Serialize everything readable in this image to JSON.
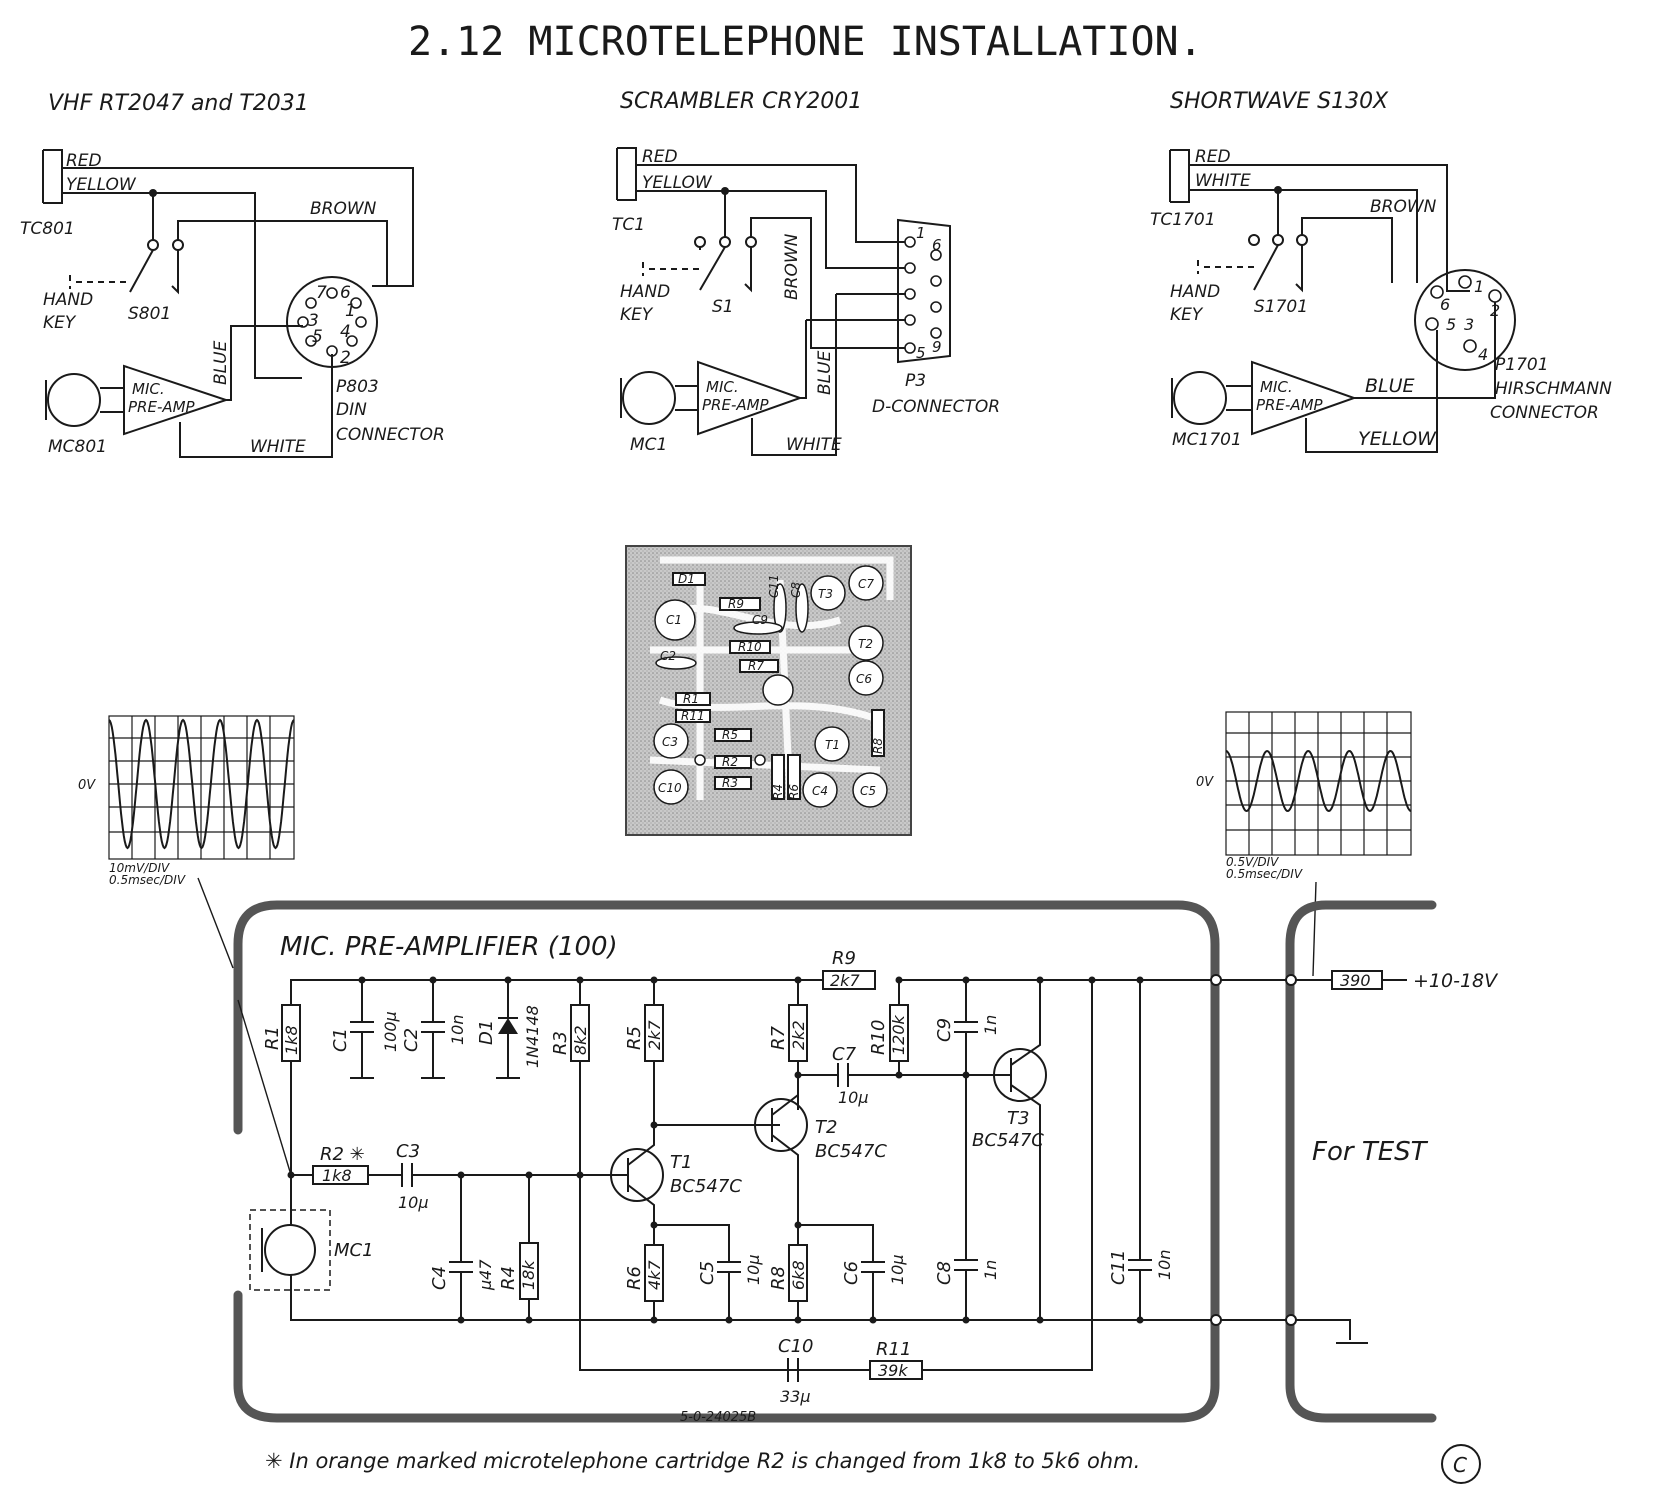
{
  "title": "2.12 MICROTELEPHONE INSTALLATION.",
  "diagrams": {
    "vhf": {
      "heading": "VHF RT2047 and T2031",
      "earpiece": "TC801",
      "hand_key": "HAND",
      "hand_key2": "KEY",
      "switch": "S801",
      "mic": "MC801",
      "amp1": "MIC.",
      "amp2": "PRE-AMP",
      "connector": "P803",
      "conn2": "DIN",
      "conn3": "CONNECTOR",
      "wire_red": "RED",
      "wire_yellow": "YELLOW",
      "wire_brown": "BROWN",
      "wire_blue": "BLUE",
      "wire_white": "WHITE",
      "pins": [
        "7",
        "6",
        "3",
        "1",
        "5",
        "4",
        "2"
      ]
    },
    "scrambler": {
      "heading": "SCRAMBLER CRY2001",
      "earpiece": "TC1",
      "hand_key": "HAND",
      "hand_key2": "KEY",
      "switch": "S1",
      "mic": "MC1",
      "amp1": "MIC.",
      "amp2": "PRE-AMP",
      "connector": "P3",
      "conn2": "D-CONNECTOR",
      "wire_red": "RED",
      "wire_yellow": "YELLOW",
      "wire_brown": "BROWN",
      "wire_blue": "BLUE",
      "wire_white": "WHITE",
      "pins": [
        "1",
        "6",
        "5",
        "9"
      ]
    },
    "shortwave": {
      "heading": "SHORTWAVE S130X",
      "earpiece": "TC1701",
      "hand_key": "HAND",
      "hand_key2": "KEY",
      "switch": "S1701",
      "mic": "MC1701",
      "amp1": "MIC.",
      "amp2": "PRE-AMP",
      "connector": "P1701",
      "conn2": "HIRSCHMANN",
      "conn3": "CONNECTOR",
      "wire_red": "RED",
      "wire_white": "WHITE",
      "wire_brown": "BROWN",
      "wire_blue": "BLUE",
      "wire_yellow": "YELLOW",
      "pins": [
        "6",
        "1",
        "2",
        "5",
        "3",
        "4"
      ]
    }
  },
  "pcb": {
    "labels": [
      "D1",
      "C11",
      "C8",
      "T3",
      "C7",
      "R9",
      "C9",
      "C1",
      "R10",
      "T2",
      "C2",
      "R7",
      "C6",
      "R1",
      "R11",
      "C3",
      "R5",
      "T1",
      "R8",
      "R2",
      "R3",
      "R4",
      "R6",
      "C10",
      "C4",
      "C5"
    ]
  },
  "scopes": {
    "left": {
      "zero": "0V",
      "line1": "10mV/DIV",
      "line2": "0.5msec/DIV"
    },
    "right": {
      "zero": "0V",
      "line1": "0.5V/DIV",
      "line2": "0.5msec/DIV"
    }
  },
  "schematic": {
    "box_title": "MIC. PRE-AMPLIFIER (100)",
    "supply": "+10-18V",
    "supply_res": "390",
    "test_label": "For TEST",
    "drawing_no": "5-0-24025B",
    "components": {
      "R1": {
        "name": "R1",
        "value": "1k8"
      },
      "C1": {
        "name": "C1",
        "value": "100µ"
      },
      "C2": {
        "name": "C2",
        "value": "10n"
      },
      "D1": {
        "name": "D1",
        "value": "1N4148"
      },
      "R3": {
        "name": "R3",
        "value": "8k2"
      },
      "R5": {
        "name": "R5",
        "value": "2k7"
      },
      "R7": {
        "name": "R7",
        "value": "2k2"
      },
      "R9": {
        "name": "R9",
        "value": "2k7"
      },
      "R10": {
        "name": "R10",
        "value": "120k"
      },
      "C9": {
        "name": "C9",
        "value": "1n"
      },
      "C7": {
        "name": "C7",
        "value": "10µ"
      },
      "R2": {
        "name": "R2 ✳",
        "value": "1k8"
      },
      "C3": {
        "name": "C3",
        "value": "10µ"
      },
      "T1": {
        "name": "T1",
        "value": "BC547C"
      },
      "T2": {
        "name": "T2",
        "value": "BC547C"
      },
      "T3": {
        "name": "T3",
        "value": "BC547C"
      },
      "MC1": {
        "name": "MC1"
      },
      "C4": {
        "name": "C4",
        "value": "µ47"
      },
      "R4": {
        "name": "R4",
        "value": "18k"
      },
      "R6": {
        "name": "R6",
        "value": "4k7"
      },
      "C5": {
        "name": "C5",
        "value": "10µ"
      },
      "R8": {
        "name": "R8",
        "value": "6k8"
      },
      "C6": {
        "name": "C6",
        "value": "10µ"
      },
      "C8": {
        "name": "C8",
        "value": "1n"
      },
      "C11": {
        "name": "C11",
        "value": "10n"
      },
      "C10": {
        "name": "C10",
        "value": "33µ"
      },
      "R11": {
        "name": "R11",
        "value": "39k"
      }
    }
  },
  "footnote": "✳ In orange marked microtelephone cartridge R2 is changed from 1k8 to 5k6 ohm.",
  "copyright": "C"
}
